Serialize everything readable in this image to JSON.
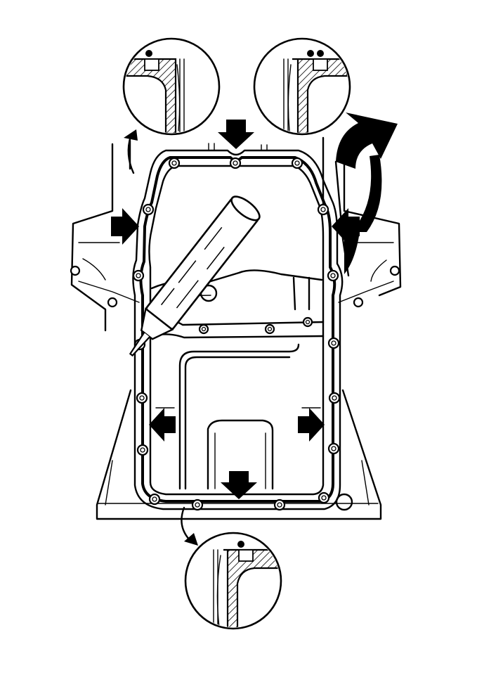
{
  "figure": {
    "background": "#ffffff",
    "ink": "#000000"
  },
  "details": [
    {
      "id": "detail-top-left",
      "beads": 1
    },
    {
      "id": "detail-top-right",
      "beads": 2
    },
    {
      "id": "detail-bottom",
      "beads": 1
    }
  ],
  "arrows": {
    "count": 6,
    "directions": [
      "down",
      "right",
      "left",
      "right",
      "left",
      "down"
    ]
  },
  "flange_bolts": 20,
  "icons": [
    "sealant-tube-icon",
    "press-arrow-icon",
    "callout-arrow-icon",
    "bolt-hole-icon"
  ]
}
